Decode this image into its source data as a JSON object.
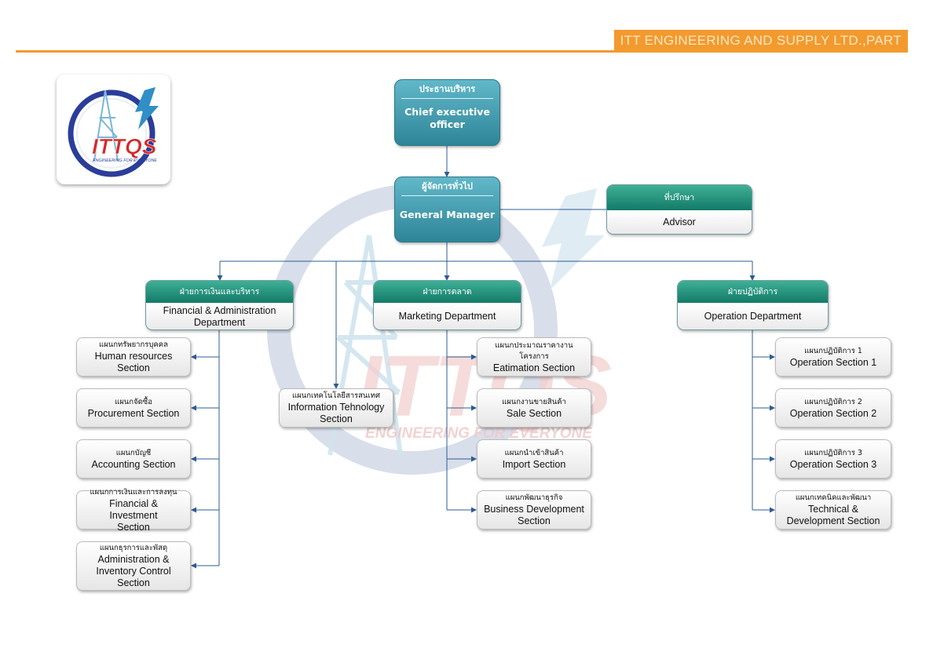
{
  "header": {
    "company_name": "ITT ENGINEERING AND SUPPLY LTD.,PART"
  },
  "logo": {
    "brand": "ITTQS",
    "tagline": "ENGINEERING FOR EVERYONE"
  },
  "watermark": {
    "brand": "ITTQS",
    "tagline": "ENGINEERING FOR EVERYONE"
  },
  "ceo": {
    "thai": "ประธานบริหาร",
    "english": "Chief executive officer"
  },
  "gm": {
    "thai": "ผู้จัดการทั่วไป",
    "english": "General Manager"
  },
  "advisor": {
    "thai": "ที่ปรึกษา",
    "english": "Advisor"
  },
  "departments": {
    "finance": {
      "thai": "ฝ่ายการเงินและบริหาร",
      "english": "Financial & Administration Department"
    },
    "marketing": {
      "thai": "ฝ่ายการตลาด",
      "english": "Marketing Department"
    },
    "operation": {
      "thai": "ฝ่ายปฏิบัติการ",
      "english": "Operation Department"
    }
  },
  "it_section": {
    "thai": "แผนกเทคโนโลยีสารสนเทศ",
    "english": "Information Tehnology Section"
  },
  "finance_sections": [
    {
      "thai": "แผนกทรัพยากรบุคคล",
      "english": "Human resources Section"
    },
    {
      "thai": "แผนกจัดซื้อ",
      "english": "Procurement Section"
    },
    {
      "thai": "แผนกบัญชี",
      "english": "Accounting Section"
    },
    {
      "thai": "แผนกการเงินและการลงทุน",
      "english": "Financial & Investment Section"
    },
    {
      "thai": "แผนกธุรการและพัสดุ",
      "english": "Administration & Inventory Control Section"
    }
  ],
  "marketing_sections": [
    {
      "thai": "แผนกประมาณราคางานโครงการ",
      "english": "Eatimation Section"
    },
    {
      "thai": "แผนกงานขายสินค้า",
      "english": "Sale Section"
    },
    {
      "thai": "แผนกนำเข้าสินค้า",
      "english": "Import Section"
    },
    {
      "thai": "แผนกพัฒนาธุรกิจ",
      "english": "Business Development Section"
    }
  ],
  "operation_sections": [
    {
      "thai": "แผนกปฏิบัติการ 1",
      "english": "Operation Section 1"
    },
    {
      "thai": "แผนกปฏิบัติการ 2",
      "english": "Operation Section 2"
    },
    {
      "thai": "แผนกปฏิบัติการ 3",
      "english": "Operation Section 3"
    },
    {
      "thai": "แผนกเทคนิคและพัฒนา",
      "english": "Technical & Development Section"
    }
  ],
  "colors": {
    "header_orange": "#f39a2e",
    "exec_teal": "#3f9fb3",
    "dept_green": "#1f8e78",
    "connector": "#2d5c91"
  }
}
